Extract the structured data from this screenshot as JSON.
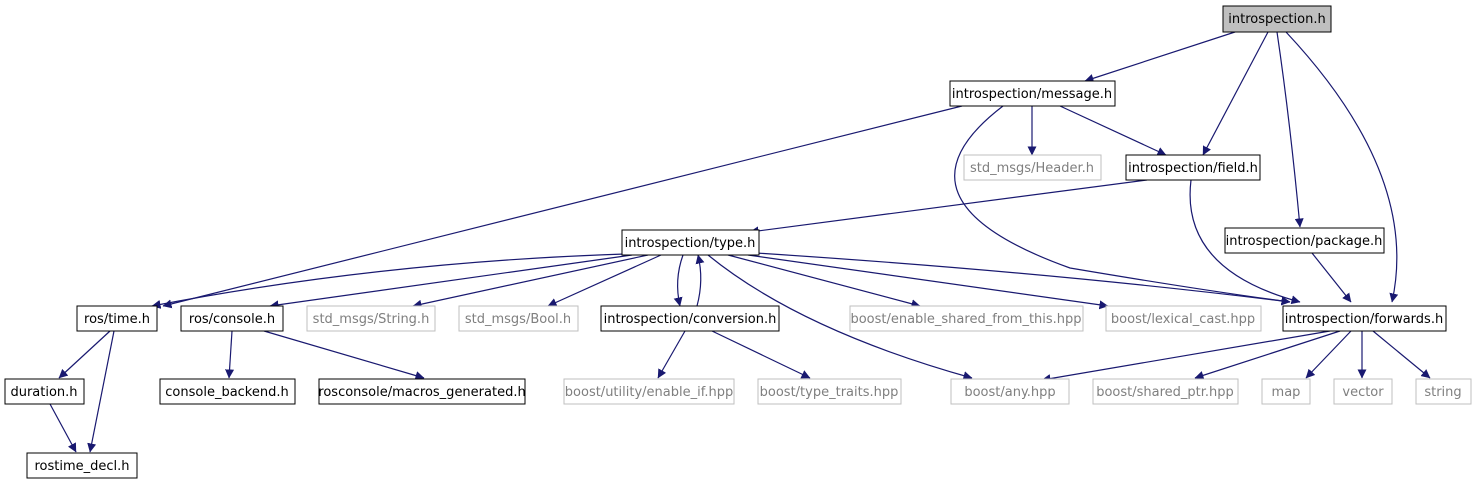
{
  "graph": {
    "edge_color": "#191970",
    "root_fill": "#bfbfbf",
    "grey_border": "#bfbfbf",
    "grey_text": "#7f7f7f",
    "nodes": {
      "introspection_h": "introspection.h",
      "message_h": "introspection/message.h",
      "std_msgs_header_h": "std_msgs/Header.h",
      "field_h": "introspection/field.h",
      "type_h": "introspection/type.h",
      "package_h": "introspection/package.h",
      "ros_time_h": "ros/time.h",
      "ros_console_h": "ros/console.h",
      "std_msgs_string_h": "std_msgs/String.h",
      "std_msgs_bool_h": "std_msgs/Bool.h",
      "conversion_h": "introspection/conversion.h",
      "boost_enable_shared_from_this": "boost/enable_shared_from_this.hpp",
      "boost_lexical_cast": "boost/lexical_cast.hpp",
      "forwards_h": "introspection/forwards.h",
      "duration_h": "duration.h",
      "console_backend_h": "console_backend.h",
      "rosconsole_macros_generated_h": "rosconsole/macros_generated.h",
      "boost_utility_enable_if": "boost/utility/enable_if.hpp",
      "boost_type_traits": "boost/type_traits.hpp",
      "boost_any": "boost/any.hpp",
      "boost_shared_ptr": "boost/shared_ptr.hpp",
      "map": "map",
      "vector": "vector",
      "string": "string",
      "rostime_decl_h": "rostime_decl.h"
    }
  }
}
